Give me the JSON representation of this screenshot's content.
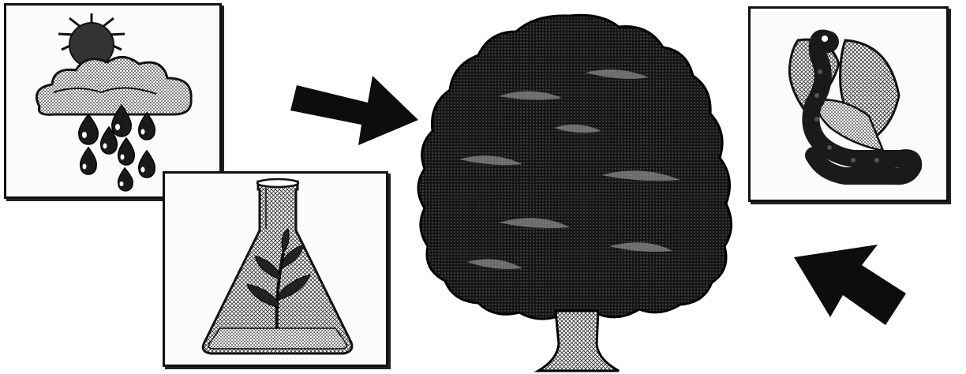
{
  "figure": {
    "panels": [
      {
        "id": "weather",
        "icon": "sun-cloud-rain-icon"
      },
      {
        "id": "lab",
        "icon": "flask-plant-icon"
      },
      {
        "id": "pest",
        "icon": "caterpillar-leaf-icon"
      }
    ],
    "center_icon": "tree-icon",
    "arrows": [
      {
        "from": "weather",
        "to": "tree",
        "icon": "arrow-right-down-icon"
      },
      {
        "from": "pest",
        "to": "tree",
        "icon": "arrow-left-up-icon"
      }
    ],
    "colors": {
      "ink": "#111111",
      "paper": "#ffffff",
      "stipple": "#9a9a9a"
    }
  }
}
